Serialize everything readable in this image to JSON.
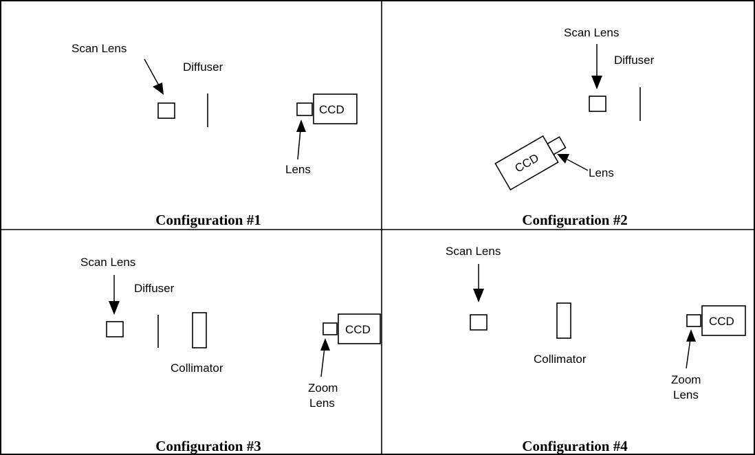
{
  "panels": [
    {
      "title": "Configuration #1",
      "labels": {
        "scan_lens": "Scan Lens",
        "diffuser": "Diffuser",
        "lens": "Lens",
        "ccd": "CCD"
      }
    },
    {
      "title": "Configuration #2",
      "labels": {
        "scan_lens": "Scan Lens",
        "diffuser": "Diffuser",
        "lens": "Lens",
        "ccd": "CCD"
      }
    },
    {
      "title": "Configuration #3",
      "labels": {
        "scan_lens": "Scan Lens",
        "diffuser": "Diffuser",
        "collimator": "Collimator",
        "zoom_lens_1": "Zoom",
        "zoom_lens_2": "Lens",
        "ccd": "CCD"
      }
    },
    {
      "title": "Configuration #4",
      "labels": {
        "scan_lens": "Scan Lens",
        "collimator": "Collimator",
        "zoom_lens_1": "Zoom",
        "zoom_lens_2": "Lens",
        "ccd": "CCD"
      }
    }
  ]
}
